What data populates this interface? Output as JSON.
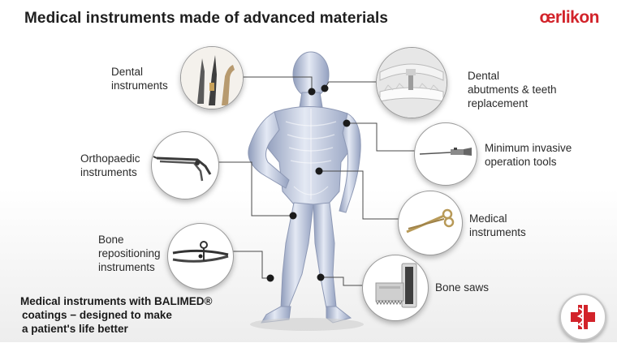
{
  "slide": {
    "title": "Medical instruments made of advanced materials",
    "brand": "œrlikon"
  },
  "callouts": [
    {
      "id": "dental-instruments",
      "lines": [
        "Dental",
        "instruments"
      ],
      "icon": "dental-handpiece-icon"
    },
    {
      "id": "orthopaedic-instruments",
      "lines": [
        "Orthopaedic",
        "instruments"
      ],
      "icon": "rongeur-forceps-icon"
    },
    {
      "id": "bone-repositioning-instruments",
      "lines": [
        "Bone",
        "repositioning",
        "instruments"
      ],
      "icon": "bone-clamp-icon"
    },
    {
      "id": "dental-abutments",
      "lines": [
        "Dental",
        "abutments & teeth",
        "replacement"
      ],
      "icon": "dental-implant-icon"
    },
    {
      "id": "minimum-invasive-tools",
      "lines": [
        "Minimum invasive",
        "operation tools"
      ],
      "icon": "laparoscopic-tool-icon"
    },
    {
      "id": "medical-instruments",
      "lines": [
        "Medical",
        "instruments"
      ],
      "icon": "scissors-icon"
    },
    {
      "id": "bone-saws",
      "lines": [
        "Bone saws"
      ],
      "icon": "bone-saw-blade-icon"
    }
  ],
  "tagline": {
    "line1": "Medical instruments with BALIMED®",
    "line2": "coatings − designed to make",
    "line3": "a patient's life better"
  },
  "colors": {
    "brand_red": "#d2232a",
    "connector": "#4a4a4a",
    "body_blue": "#b8c4dc"
  }
}
